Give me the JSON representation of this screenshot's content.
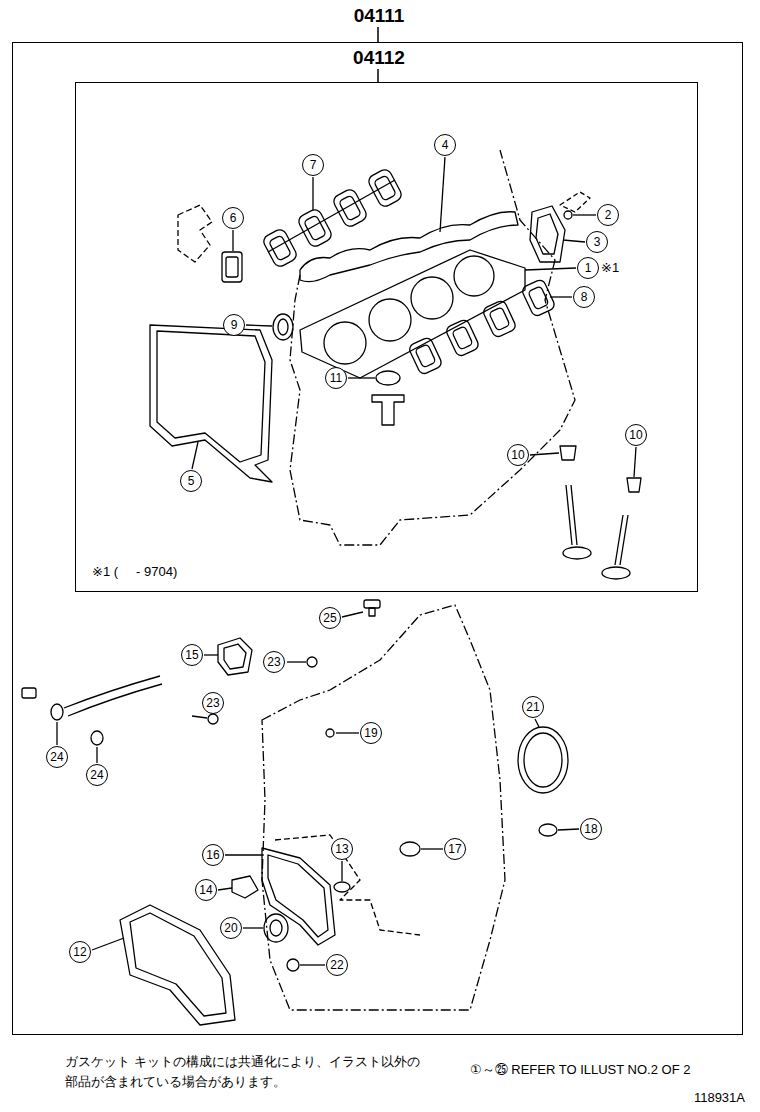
{
  "diagram": {
    "nodes": [
      {
        "text": [
          "04111"
        ]
      },
      {
        "text": [
          "04112"
        ],
        "in": 0
      }
    ],
    "labels": [
      "4",
      "7",
      "6",
      "2",
      "3",
      "1",
      "※1",
      "8",
      "9",
      "11",
      "5",
      "10",
      "10",
      "※1 (     - 9704)",
      "25",
      "15",
      "23",
      "23",
      "24",
      "24",
      "19",
      "21",
      "16",
      "13",
      "17",
      "18",
      "14",
      "20",
      "22",
      "12",
      "ガスケット キットの構成には共通化により、イラスト以外の 部品が含まれている場合があります。",
      "①～㉕ REFER TO ILLUST NO.2 OF 2",
      "118931A"
    ]
  }
}
